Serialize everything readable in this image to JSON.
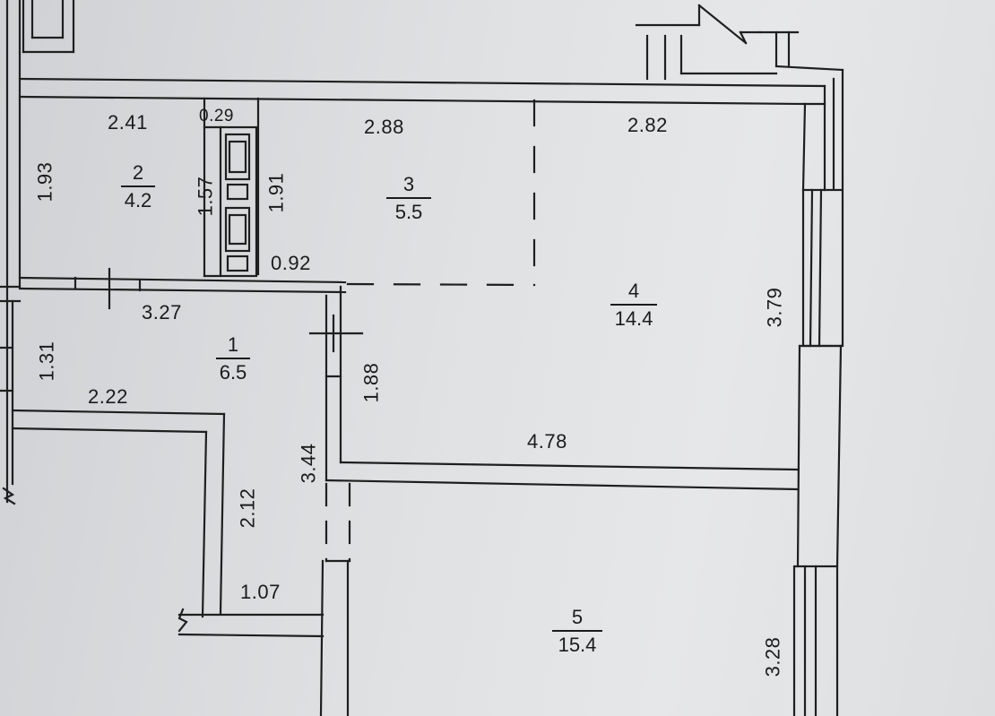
{
  "rooms": [
    {
      "number": "1",
      "area": "6.5"
    },
    {
      "number": "2",
      "area": "4.2"
    },
    {
      "number": "3",
      "area": "5.5"
    },
    {
      "number": "4",
      "area": "14.4"
    },
    {
      "number": "5",
      "area": "15.4"
    }
  ],
  "dimensions": {
    "room2_width": "2.41",
    "shaft_width": "0.29",
    "room3_width": "2.88",
    "room4_top_width": "2.82",
    "room2_height": "1.93",
    "shaft_height_a": "1.57",
    "shaft_height_b": "1.91",
    "shaft_bottom": "0.92",
    "room4_height": "3.79",
    "hall_width": "3.27",
    "room1_side": "1.31",
    "room1_bottom": "2.22",
    "room1_right": "1.88",
    "hall_height": "3.44",
    "room5_width": "4.78",
    "inner_wall": "2.12",
    "niche_width": "1.07",
    "room5_height": "3.28"
  },
  "colors": {
    "paper": "#dcdee0",
    "ink": "#1b1b1b"
  }
}
